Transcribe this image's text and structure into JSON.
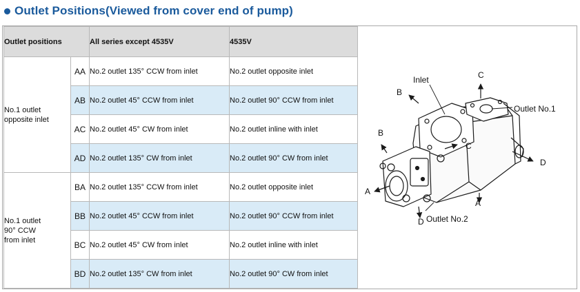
{
  "heading": {
    "title": "Outlet Positions(Viewed from cover end of pump)",
    "bullet_color": "#1a5a9c"
  },
  "table": {
    "headers": [
      "Outlet positions",
      "All series except 4535V",
      "4535V"
    ],
    "groups": [
      {
        "label_lines": [
          "No.1 outlet",
          "opposite inlet"
        ],
        "rows": [
          {
            "code": "AA",
            "all_series": "No.2 outlet 135°  CCW from inlet",
            "v4535": "No.2 outlet opposite inlet"
          },
          {
            "code": "AB",
            "all_series": "No.2 outlet 45°  CCW from inlet",
            "v4535": "No.2 outlet 90°  CCW from inlet"
          },
          {
            "code": "AC",
            "all_series": "No.2 outlet 45°  CW from inlet",
            "v4535": "No.2 outlet inline with inlet"
          },
          {
            "code": "AD",
            "all_series": "No.2 outlet 135°  CW from inlet",
            "v4535": "No.2 outlet 90°  CW from inlet"
          }
        ]
      },
      {
        "label_lines": [
          "No.1 outlet",
          "90°  CCW",
          "from inlet"
        ],
        "rows": [
          {
            "code": "BA",
            "all_series": "No.2 outlet 135°  CCW from inlet",
            "v4535": "No.2 outlet opposite inlet"
          },
          {
            "code": "BB",
            "all_series": "No.2 outlet 45°  CCW from inlet",
            "v4535": "No.2 outlet 90°  CCW from inlet"
          },
          {
            "code": "BC",
            "all_series": "No.2 outlet 45°  CW from inlet",
            "v4535": "No.2 outlet inline with inlet"
          },
          {
            "code": "BD",
            "all_series": "No.2 outlet 135°  CW from inlet",
            "v4535": "No.2 outlet 90°  CW from inlet"
          }
        ]
      }
    ],
    "stripe_color": "#d9ebf7",
    "header_color": "#dcdcdc"
  },
  "diagram": {
    "labels": {
      "inlet": "Inlet",
      "outlet1": "Outlet No.1",
      "outlet2": "Outlet No.2",
      "a_left": "A",
      "a_bottom": "A",
      "b_top": "B",
      "b_left": "B",
      "c_top": "C",
      "c_mid": "C",
      "d_right": "D",
      "d_bottom": "D"
    }
  }
}
